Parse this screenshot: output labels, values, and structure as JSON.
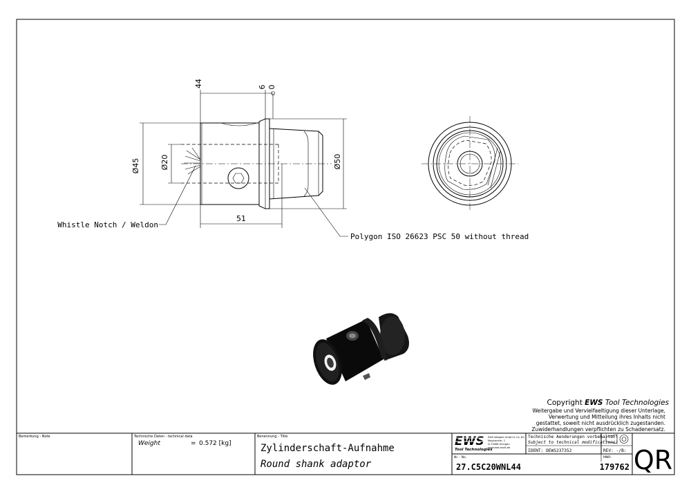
{
  "callouts": {
    "whistle_notch": "Whistle Notch / Weldon",
    "polygon": "Polygon ISO 26623 PSC 50 without thread"
  },
  "dimensions": {
    "d45": "Ø45",
    "d20": "Ø20",
    "d50": "Ø50",
    "len44": "44",
    "len6": "6",
    "len0": "0",
    "len51": "51"
  },
  "copyright": {
    "title_prefix": "Copyright ",
    "title_brand": "EWS",
    "title_suffix": " Tool Technologies",
    "lines": [
      "Weitergabe und Vervielfaeltigung dieser Unterlage,",
      "Verwertung und Mitteilung ihres Inhalts nicht",
      "gestattet, soweit nicht ausdrücklich zugestanden.",
      "Zuwiderhandlungen verpflichten zu Schadenersatz."
    ]
  },
  "title_block": {
    "remark_label": "Bemerkung - Note",
    "tech_label": "Technische Daten - technical data",
    "weight_label": "Weight",
    "weight_eq": "=",
    "weight_value": "0.572 [kg]",
    "title_label": "Benennung - Title",
    "title_de": "Zylinderschaft-Aufnahme",
    "title_en": "Round shank adaptor",
    "logo": "EWS",
    "logo_sub": "Tool Technologies",
    "company_lines": [
      "EWS Weigele GmbH & Co. KG",
      "Maybachstr. 1",
      "D-73066 Uhingen",
      "www.ews-tools.de"
    ],
    "change_de": "Technische Aenderungen vorbehalten!",
    "change_en": "Subject to technical modifications!",
    "ident": "IDENT: DEWS237352",
    "rev": "REV: -/B:",
    "nr_label": "Nr. - No.",
    "part_no": "27.C5C20WNL44",
    "mnr_label": "MNR:",
    "mnr": "179762",
    "qr": "QR"
  }
}
